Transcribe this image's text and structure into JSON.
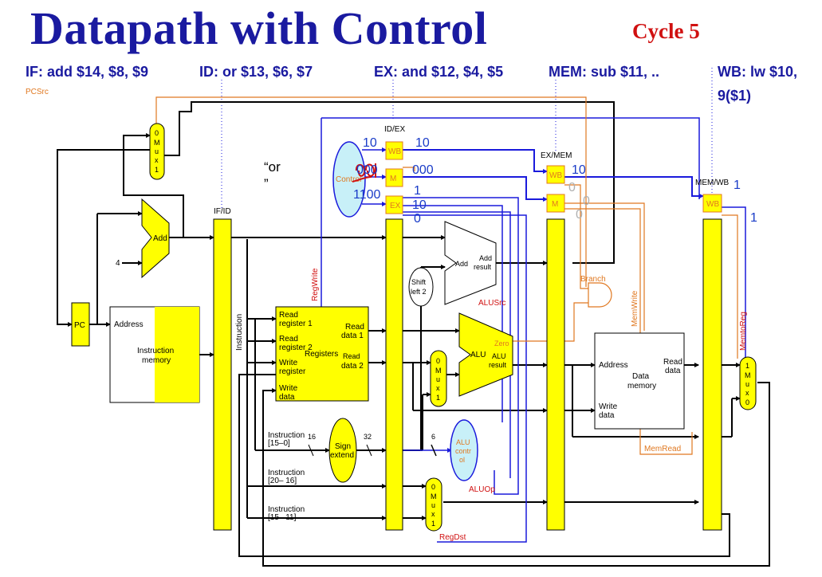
{
  "header": {
    "title": "Datapath with Control",
    "cycle": "Cycle 5"
  },
  "stages": {
    "if": "IF: add $14, $8, $9",
    "id": "ID: or $13, $6, $7",
    "ex": "EX: and $12, $4, $5",
    "mem": "MEM: sub $11, ..",
    "wb_line1": "WB: lw $10,",
    "wb_line2": "9($1)"
  },
  "registers": {
    "ifid": "IF/ID",
    "idex": "ID/EX",
    "exmem": "EX/MEM",
    "memwb": "MEM/WB"
  },
  "units": {
    "pc": "PC",
    "imem_address": "Address",
    "imem_name_1": "Instruction",
    "imem_name_2": "memory",
    "instruction": "Instruction",
    "add_if": "Add",
    "four": "4",
    "mux_pcsrc": [
      "0",
      "M",
      "u",
      "x",
      "1"
    ],
    "regfile_rr1": [
      "Read",
      "register 1"
    ],
    "regfile_rr2": [
      "Read",
      "register 2"
    ],
    "regfile_wr": [
      "Write",
      "register"
    ],
    "regfile_wd": [
      "Write",
      "data"
    ],
    "regfile_rd1": [
      "Read",
      "data 1"
    ],
    "regfile_rd2": [
      "Read",
      "data 2"
    ],
    "regfile_name": "Registers",
    "sign_extend": [
      "Sign",
      "extend"
    ],
    "bits_16": "16",
    "bits_32": "32",
    "bits_6": "6",
    "instr_15_0": [
      "Instruction",
      "[15–0]"
    ],
    "instr_20_16": [
      "Instruction",
      "[20– 16]"
    ],
    "instr_15_11": [
      "Instruction",
      "[15– 11]"
    ],
    "shift_left": [
      "Shift",
      "left 2"
    ],
    "add_ex": "Add",
    "add_result": [
      "Add",
      "result"
    ],
    "alu": "ALU",
    "alu_result": [
      "ALU",
      "result"
    ],
    "zero": "Zero",
    "alu_control": [
      "ALU",
      "contr",
      "ol"
    ],
    "mux_alusrc": [
      "0",
      "M",
      "u",
      "x",
      "1"
    ],
    "mux_regdst": [
      "0",
      "M",
      "u",
      "x",
      "1"
    ],
    "mux_memtoreg": [
      "1",
      "M",
      "u",
      "x",
      "0"
    ],
    "dmem_address": "Address",
    "dmem_read": [
      "Read",
      "data"
    ],
    "dmem_name": [
      "Data",
      "memory"
    ],
    "dmem_write": [
      "Write",
      "data"
    ],
    "control": "Control",
    "wb": "WB",
    "m": "M",
    "ex": "EX"
  },
  "signals": {
    "pcsrc": "PCSrc",
    "regwrite": "RegWrite",
    "alusrc": "ALUSrc",
    "aluop": "ALUOp",
    "regdst": "RegDst",
    "branch": "Branch",
    "memwrite": "MemWrite",
    "memread": "MemRead",
    "memtoreg": "MemtoReg"
  },
  "annotations": {
    "or_quote_1": "“or",
    "or_quote_2": "”",
    "idex_wb_in": "10",
    "idex_m_in": "000",
    "idex_ex_in": "1100",
    "idex_wb_out": "10",
    "idex_m_out": "000",
    "idex_ex_out_1": "1",
    "idex_ex_out_2": "10",
    "idex_ex_out_3": "0",
    "exmem_wb": "10",
    "exmem_m_1": "0",
    "exmem_m_2": "0",
    "exmem_m_3": "0",
    "memwb_wb": "1",
    "memwb_out": "1"
  },
  "colors": {
    "title": "#1a1aa0",
    "cycle": "#d01010",
    "unit_fill": "#ffff00",
    "control_fill": "#c8f0f8",
    "signal_orange": "#e07820",
    "signal_red": "#d01010",
    "annotation_blue": "#1a3cc8",
    "wire_blue": "#1a1adc"
  }
}
